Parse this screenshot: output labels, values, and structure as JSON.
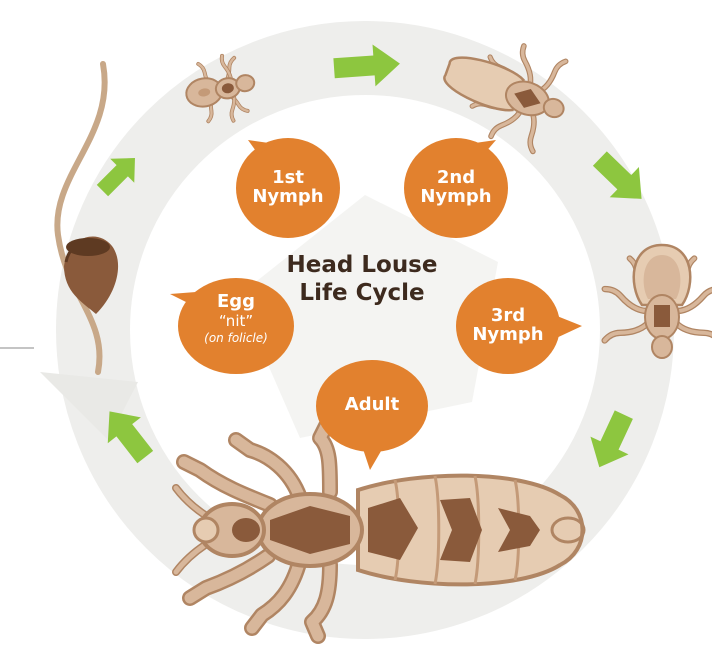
{
  "title": {
    "line1": "Head Louse",
    "line2": "Life Cycle"
  },
  "stages": [
    {
      "id": "egg",
      "line1": "Egg",
      "line2": "“nit”",
      "line3": "(on folicle)"
    },
    {
      "id": "nymph1",
      "line1": "1st",
      "line2": "Nymph"
    },
    {
      "id": "nymph2",
      "line1": "2nd",
      "line2": "Nymph"
    },
    {
      "id": "nymph3",
      "line1": "3rd",
      "line2": "Nymph"
    },
    {
      "id": "adult",
      "line1": "Adult"
    }
  ],
  "colors": {
    "bubble": "#e2812e",
    "arrow": "#8dc63f",
    "ring": "#eeeeec",
    "body_light": "#d8b79b",
    "body_dark": "#8a5a3b",
    "outline": "#b08563",
    "hair": "#c8a888",
    "title": "#3d2a1e"
  }
}
